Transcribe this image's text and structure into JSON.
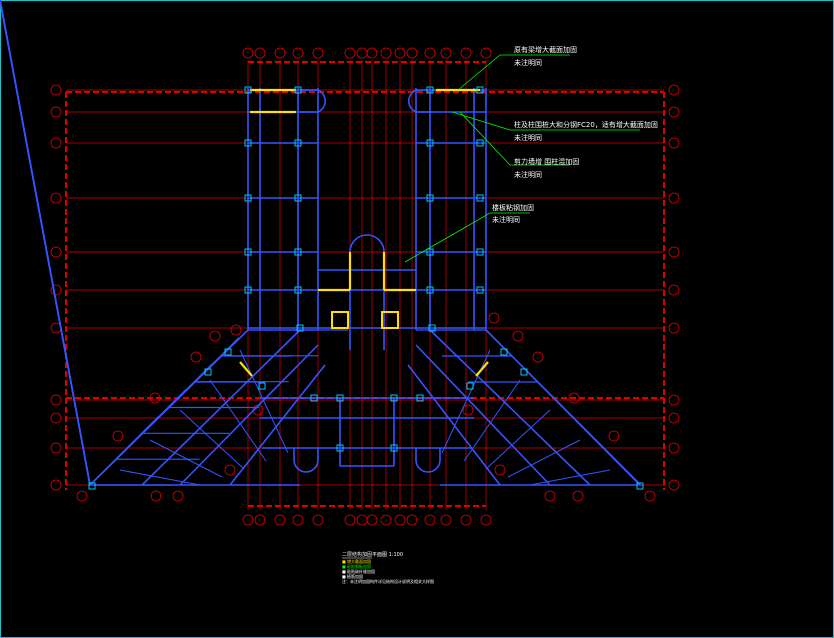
{
  "annotations": [
    {
      "line1": "原有梁增大截面加固",
      "line2": "未注明同"
    },
    {
      "line1": "柱及柱围桩大和分钢FC20，适有增大截面加固",
      "line2": "未注明同"
    },
    {
      "line1": "剪力墙增 围柱混加固",
      "line2": "未注明同"
    },
    {
      "line1": "楼板粘钢加固",
      "line2": "未注明同"
    }
  ],
  "legend": {
    "title": "二层结构加固平面图 1:100",
    "items": [
      "■ 增大截面加固",
      "■ 粘贴钢板加固",
      "■ 粘贴碳纤维加固",
      "■ 植筋加固"
    ],
    "note": "注：未注明加固构件详见结构设计说明及相关大样图"
  },
  "colors": {
    "background": "#000000",
    "axis": "#e00000",
    "structure": "#3355ff",
    "reinforce_yellow": "#ffe000",
    "leader_green": "#00ff00",
    "column_cyan": "#00c8ff",
    "frame": "#19c2c8"
  }
}
